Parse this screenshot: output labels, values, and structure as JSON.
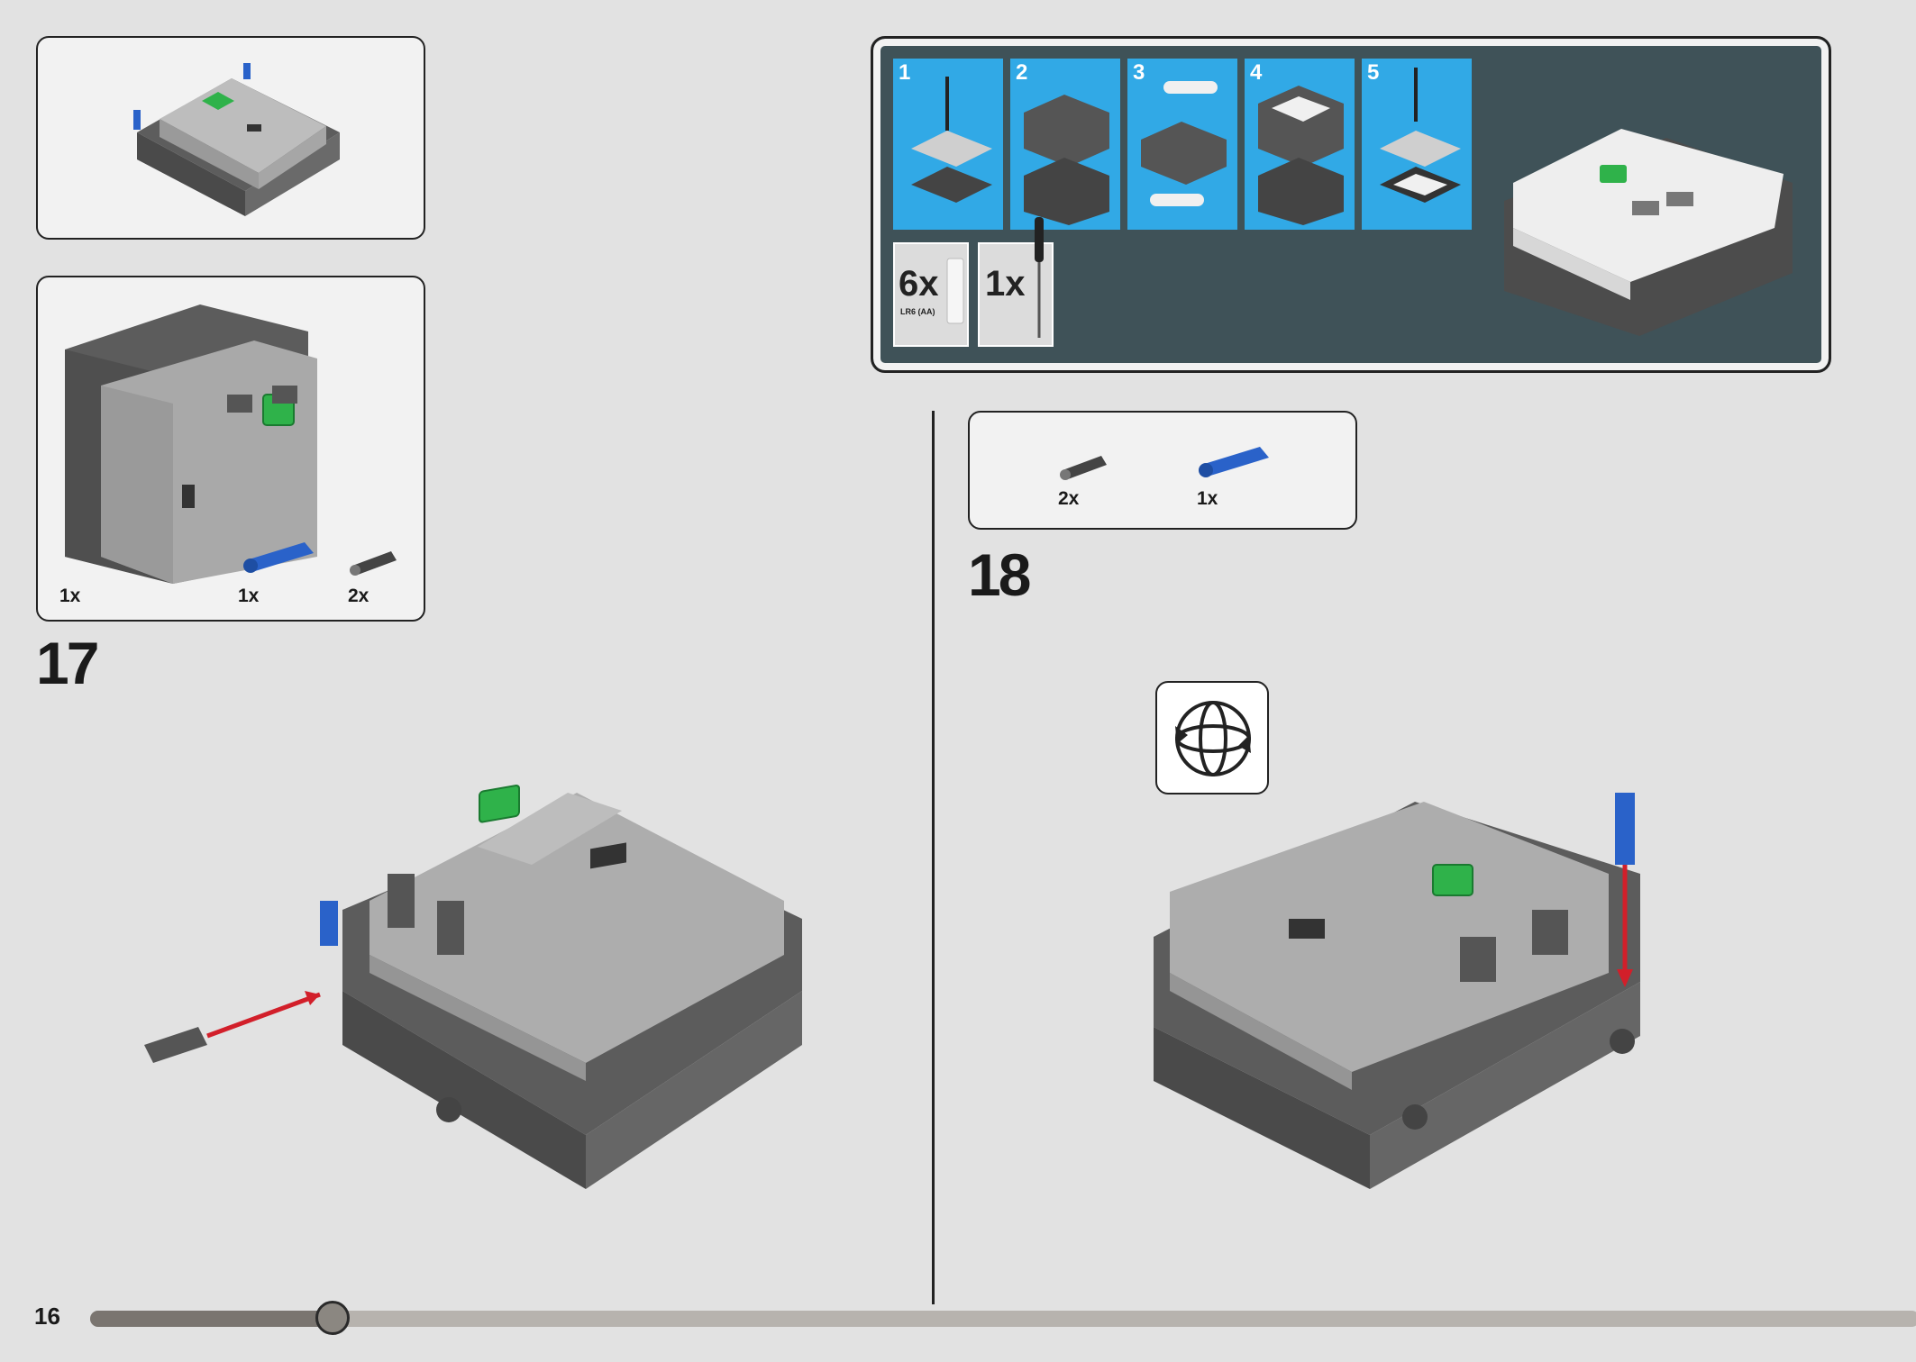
{
  "page": {
    "number": "16",
    "progress": 0.13
  },
  "top_preview": {},
  "parts_panel_17": {
    "items": [
      {
        "name": "hub-part",
        "qty": "1x"
      },
      {
        "name": "blue-pin-part",
        "qty": "1x"
      },
      {
        "name": "black-pin-part",
        "qty": "2x"
      }
    ]
  },
  "step17": {
    "number": "17"
  },
  "step18": {
    "number": "18"
  },
  "parts_panel_18": {
    "items": [
      {
        "name": "black-pin-part",
        "qty": "2x"
      },
      {
        "name": "blue-pin-part",
        "qty": "1x"
      }
    ]
  },
  "battery_callout": {
    "substeps": [
      "1",
      "2",
      "3",
      "4",
      "5"
    ],
    "batteries": {
      "qty": "6x",
      "type": "LR6 (AA)"
    },
    "screwdriver": {
      "qty": "1x"
    }
  },
  "colors": {
    "background": "#e2e2e2",
    "callout_bg": "#3f5258",
    "substep_blue": "#31a9e6",
    "hub_light": "#a9a9a9",
    "hub_dark": "#5c5c5c",
    "button_green": "#2fb24a",
    "pin_blue": "#2a62c9",
    "arrow_red": "#d21f2a"
  }
}
